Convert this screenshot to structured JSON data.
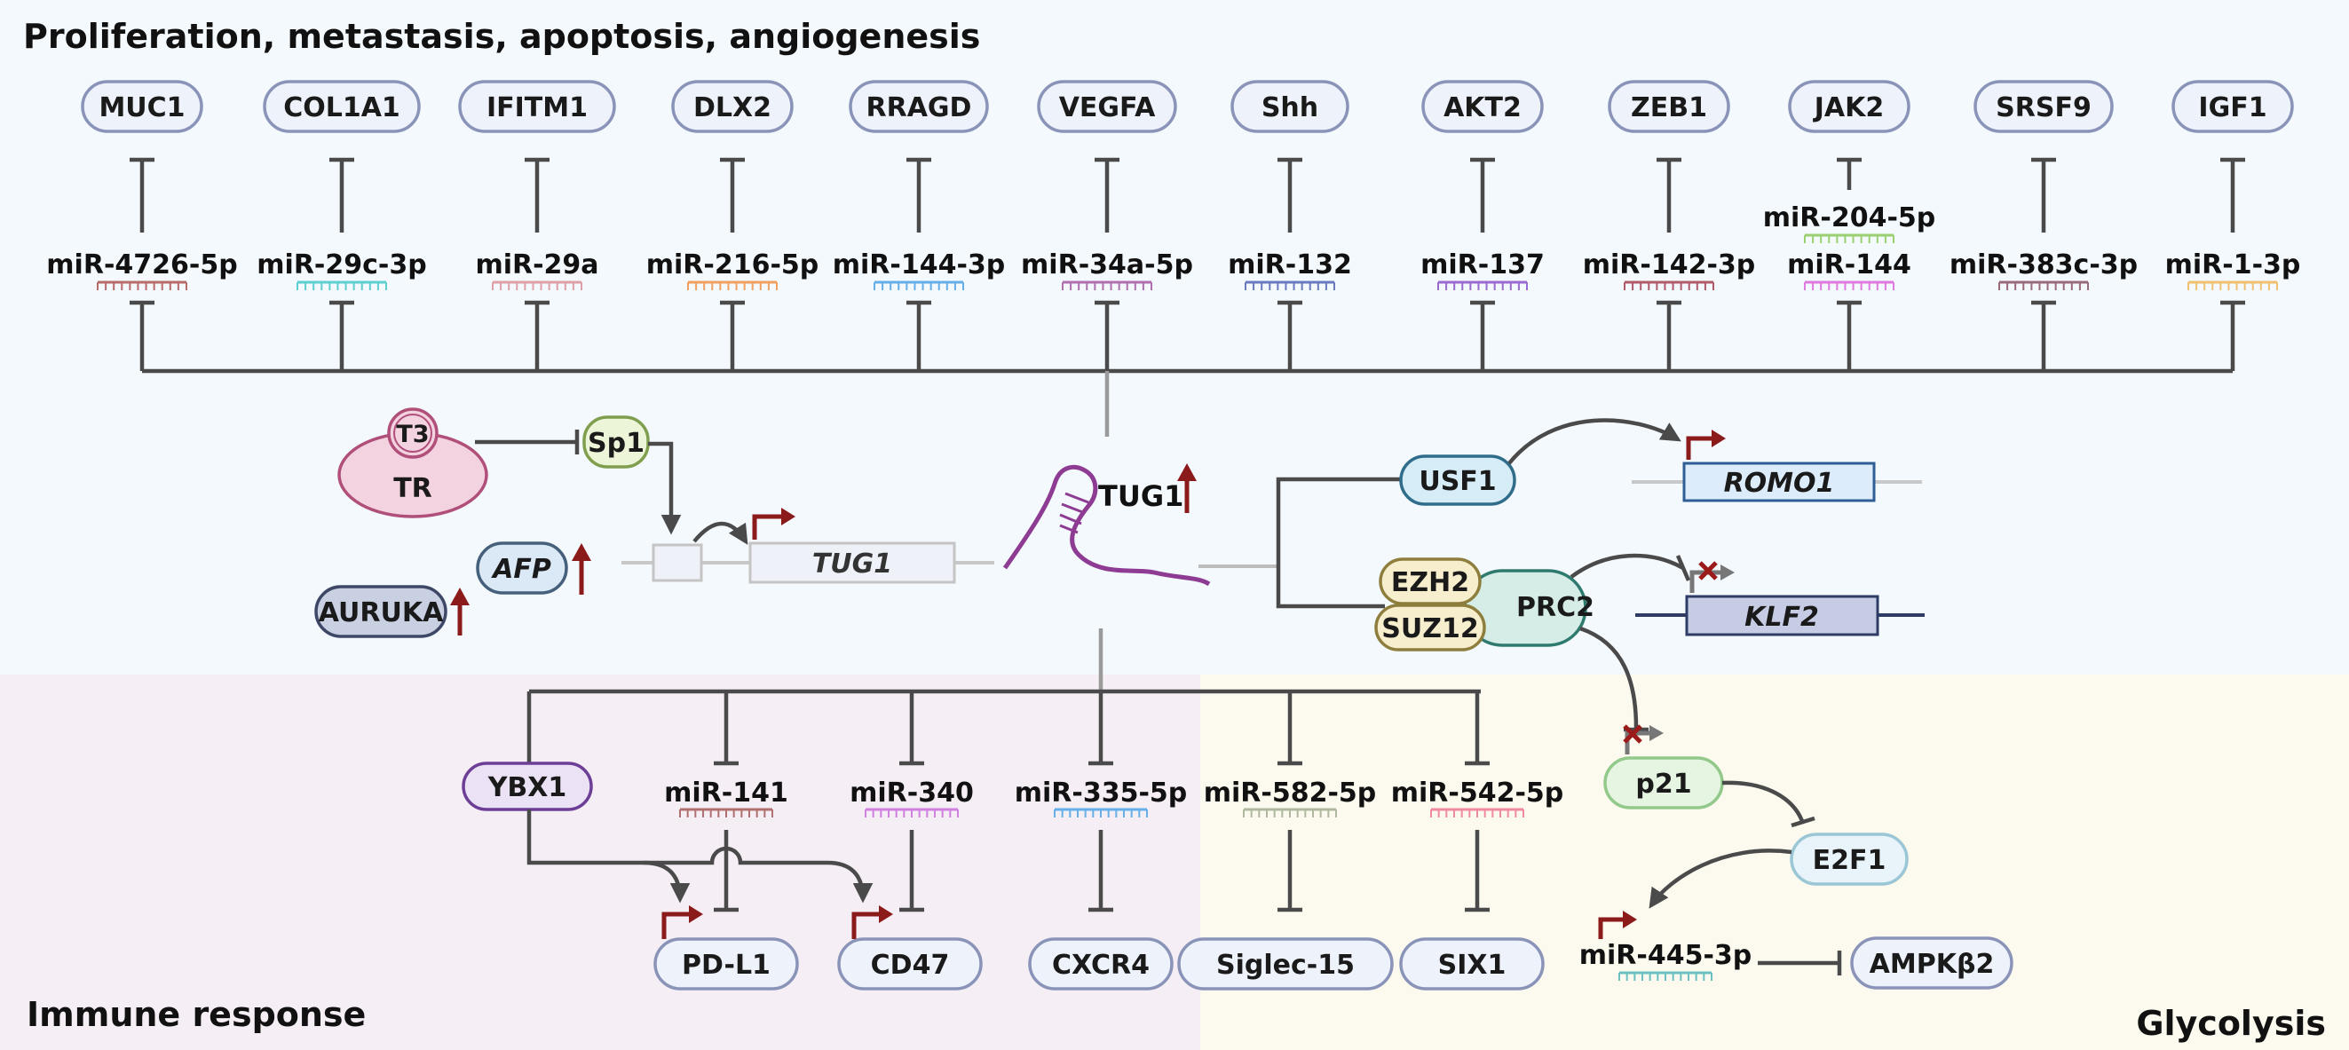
{
  "sections": {
    "top": "Proliferation, metastasis, apoptosis, angiogenesis",
    "immune": "Immune response",
    "glyco": "Glycolysis"
  },
  "colors": {
    "bg_top": "#f3f9fd",
    "bg_immune": "#f5eef5",
    "bg_glyco": "#fcfaee",
    "node_fill": "#eef2fb",
    "node_stroke": "#8a94b8",
    "edge": "#4a4a4a",
    "promoter_arrow": "#8b1a1a",
    "up_arrow": "#8b1a1a",
    "tug1_rna": "#8e3b93"
  },
  "top_targets": [
    {
      "gene": "MUC1",
      "mirna": "miR-4726-5p",
      "mirna_color": "#b96a6a"
    },
    {
      "gene": "COL1A1",
      "mirna": "miR-29c-3p",
      "mirna_color": "#5ecfd0"
    },
    {
      "gene": "IFITM1",
      "mirna": "miR-29a",
      "mirna_color": "#e0a0a8"
    },
    {
      "gene": "DLX2",
      "mirna": "miR-216-5p",
      "mirna_color": "#f0a060"
    },
    {
      "gene": "RRAGD",
      "mirna": "miR-144-3p",
      "mirna_color": "#66aee8"
    },
    {
      "gene": "VEGFA",
      "mirna": "miR-34a-5p",
      "mirna_color": "#b070b0"
    },
    {
      "gene": "Shh",
      "mirna": "miR-132",
      "mirna_color": "#6a7ac0"
    },
    {
      "gene": "AKT2",
      "mirna": "miR-137",
      "mirna_color": "#9a6ad0"
    },
    {
      "gene": "ZEB1",
      "mirna": "miR-142-3p",
      "mirna_color": "#b05a6a"
    },
    {
      "gene": "JAK2",
      "mirna": "miR-144",
      "mirna_color": "#e07ae0",
      "extra_mirna": "miR-204-5p",
      "extra_color": "#9ad070"
    },
    {
      "gene": "SRSF9",
      "mirna": "miR-383c-3p",
      "mirna_color": "#9a6a7a"
    },
    {
      "gene": "IGF1",
      "mirna": "miR-1-3p",
      "mirna_color": "#f0c070"
    }
  ],
  "center": {
    "tug1_label": "TUG1",
    "t3": "T3",
    "tr": "TR",
    "sp1": "Sp1",
    "afp": "AFP",
    "aurka": "AURUKA",
    "tug1_gene": "TUG1"
  },
  "right": {
    "usf1": "USF1",
    "romo1": "ROMO1",
    "ezh2": "EZH2",
    "suz12": "SUZ12",
    "prc2": "PRC2",
    "klf2": "KLF2"
  },
  "immune": {
    "ybx1": "YBX1",
    "mirnas": [
      {
        "name": "miR-141",
        "color": "#b07070",
        "target": "PD-L1"
      },
      {
        "name": "miR-340",
        "color": "#d080e0",
        "target": "CD47"
      },
      {
        "name": "miR-335-5p",
        "color": "#66aee8",
        "target": "CXCR4"
      },
      {
        "name": "miR-582-5p",
        "color": "#b0b8a0",
        "target": "Siglec-15"
      },
      {
        "name": "miR-542-5p",
        "color": "#f08aa0",
        "target": "SIX1"
      }
    ]
  },
  "glyco": {
    "p21": "p21",
    "e2f1": "E2F1",
    "mir445": "miR-445-3p",
    "mir445_color": "#6ac0c0",
    "ampk": "AMPKβ2"
  }
}
